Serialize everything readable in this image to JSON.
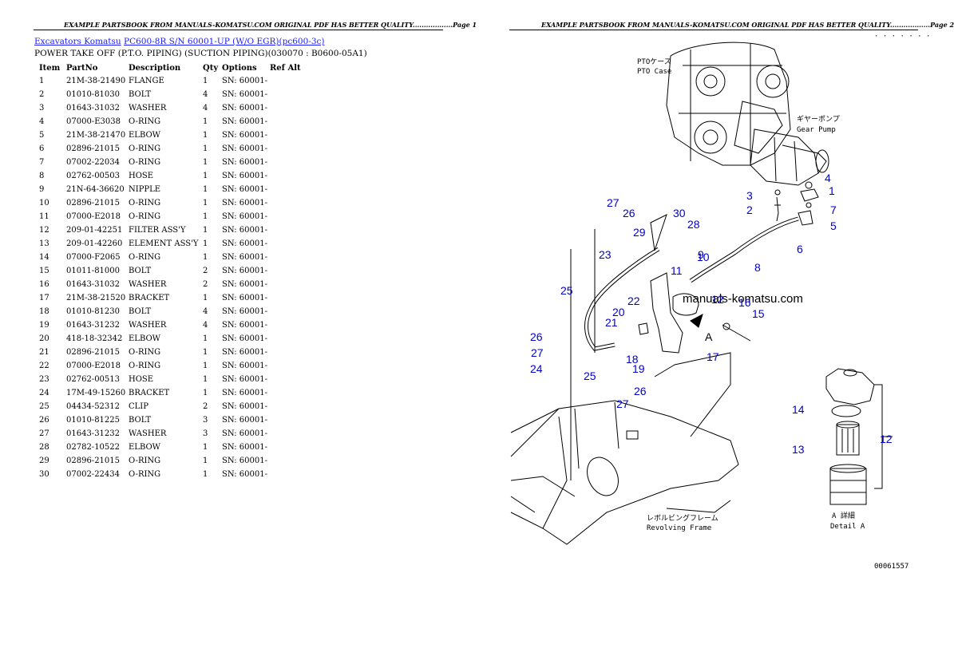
{
  "page1_header": "EXAMPLE PARTSBOOK FROM MANUALS-KOMATSU.COM ORIGINAL PDF HAS BETTER QUALITY..................Page 1",
  "page2_header": "EXAMPLE PARTSBOOK FROM MANUALS-KOMATSU.COM ORIGINAL PDF HAS BETTER QUALITY..................Page 2",
  "breadcrumb": {
    "link1": "Excavators Komatsu",
    "link2": "PC600-8R S/N 60001-UP (W/O EGR)(pc600-3c)"
  },
  "subtitle": "POWER TAKE OFF (P.T.O. PIPING) (SUCTION PIPING)(030070 : B0600-05A1)",
  "table": {
    "headers": [
      "Item",
      "PartNo",
      "Description",
      "Qty",
      "Options",
      "Ref Alt"
    ],
    "rows": [
      [
        "1",
        "21M-38-21490",
        "FLANGE",
        "1",
        "SN: 60001-",
        ""
      ],
      [
        "2",
        "01010-81030",
        "BOLT",
        "4",
        "SN: 60001-",
        ""
      ],
      [
        "3",
        "01643-31032",
        "WASHER",
        "4",
        "SN: 60001-",
        ""
      ],
      [
        "4",
        "07000-E3038",
        "O-RING",
        "1",
        "SN: 60001-",
        ""
      ],
      [
        "5",
        "21M-38-21470",
        "ELBOW",
        "1",
        "SN: 60001-",
        ""
      ],
      [
        "6",
        "02896-21015",
        "O-RING",
        "1",
        "SN: 60001-",
        ""
      ],
      [
        "7",
        "07002-22034",
        "O-RING",
        "1",
        "SN: 60001-",
        ""
      ],
      [
        "8",
        "02762-00503",
        "HOSE",
        "1",
        "SN: 60001-",
        ""
      ],
      [
        "9",
        "21N-64-36620",
        "NIPPLE",
        "1",
        "SN: 60001-",
        ""
      ],
      [
        "10",
        "02896-21015",
        "O-RING",
        "1",
        "SN: 60001-",
        ""
      ],
      [
        "11",
        "07000-E2018",
        "O-RING",
        "1",
        "SN: 60001-",
        ""
      ],
      [
        "12",
        "209-01-42251",
        "FILTER ASS'Y",
        "1",
        "SN: 60001-",
        ""
      ],
      [
        "13",
        "209-01-42260",
        "ELEMENT ASS'Y",
        "1",
        "SN: 60001-",
        ""
      ],
      [
        "14",
        "07000-F2065",
        "O-RING",
        "1",
        "SN: 60001-",
        ""
      ],
      [
        "15",
        "01011-81000",
        "BOLT",
        "2",
        "SN: 60001-",
        ""
      ],
      [
        "16",
        "01643-31032",
        "WASHER",
        "2",
        "SN: 60001-",
        ""
      ],
      [
        "17",
        "21M-38-21520",
        "BRACKET",
        "1",
        "SN: 60001-",
        ""
      ],
      [
        "18",
        "01010-81230",
        "BOLT",
        "4",
        "SN: 60001-",
        ""
      ],
      [
        "19",
        "01643-31232",
        "WASHER",
        "4",
        "SN: 60001-",
        ""
      ],
      [
        "20",
        "418-18-32342",
        "ELBOW",
        "1",
        "SN: 60001-",
        ""
      ],
      [
        "21",
        "02896-21015",
        "O-RING",
        "1",
        "SN: 60001-",
        ""
      ],
      [
        "22",
        "07000-E2018",
        "O-RING",
        "1",
        "SN: 60001-",
        ""
      ],
      [
        "23",
        "02762-00513",
        "HOSE",
        "1",
        "SN: 60001-",
        ""
      ],
      [
        "24",
        "17M-49-15260",
        "BRACKET",
        "1",
        "SN: 60001-",
        ""
      ],
      [
        "25",
        "04434-52312",
        "CLIP",
        "2",
        "SN: 60001-",
        ""
      ],
      [
        "26",
        "01010-81225",
        "BOLT",
        "3",
        "SN: 60001-",
        ""
      ],
      [
        "27",
        "01643-31232",
        "WASHER",
        "3",
        "SN: 60001-",
        ""
      ],
      [
        "28",
        "02782-10522",
        "ELBOW",
        "1",
        "SN: 60001-",
        ""
      ],
      [
        "29",
        "02896-21015",
        "O-RING",
        "1",
        "SN: 60001-",
        ""
      ],
      [
        "30",
        "07002-22434",
        "O-RING",
        "1",
        "SN: 60001-",
        ""
      ]
    ]
  },
  "diagram": {
    "labels": {
      "pto_case_jp": "PTOケース",
      "pto_case": "PTO Case",
      "gear_pump_jp": "ギヤーポンプ",
      "gear_pump": "Gear Pump",
      "frame_jp": "レボルビングフレーム",
      "frame": "Revolving Frame",
      "detail_jp": "A 詳細",
      "detail": "Detail A",
      "view_letter": "A",
      "watermark": "manuals-komatsu.com",
      "drawing_no": "00061557",
      "top_marks": "· · · · · · ·"
    },
    "callouts": [
      "27",
      "26",
      "30",
      "28",
      "29",
      "23",
      "25",
      "9",
      "10",
      "11",
      "12",
      "16",
      "15",
      "22",
      "20",
      "21",
      "26",
      "27",
      "24",
      "25",
      "18",
      "19",
      "27",
      "26",
      "17",
      "3",
      "4",
      "2",
      "1",
      "7",
      "5",
      "6",
      "8",
      "14",
      "13",
      "12"
    ],
    "line_color": "#000000",
    "callout_color": "#0000cc"
  }
}
